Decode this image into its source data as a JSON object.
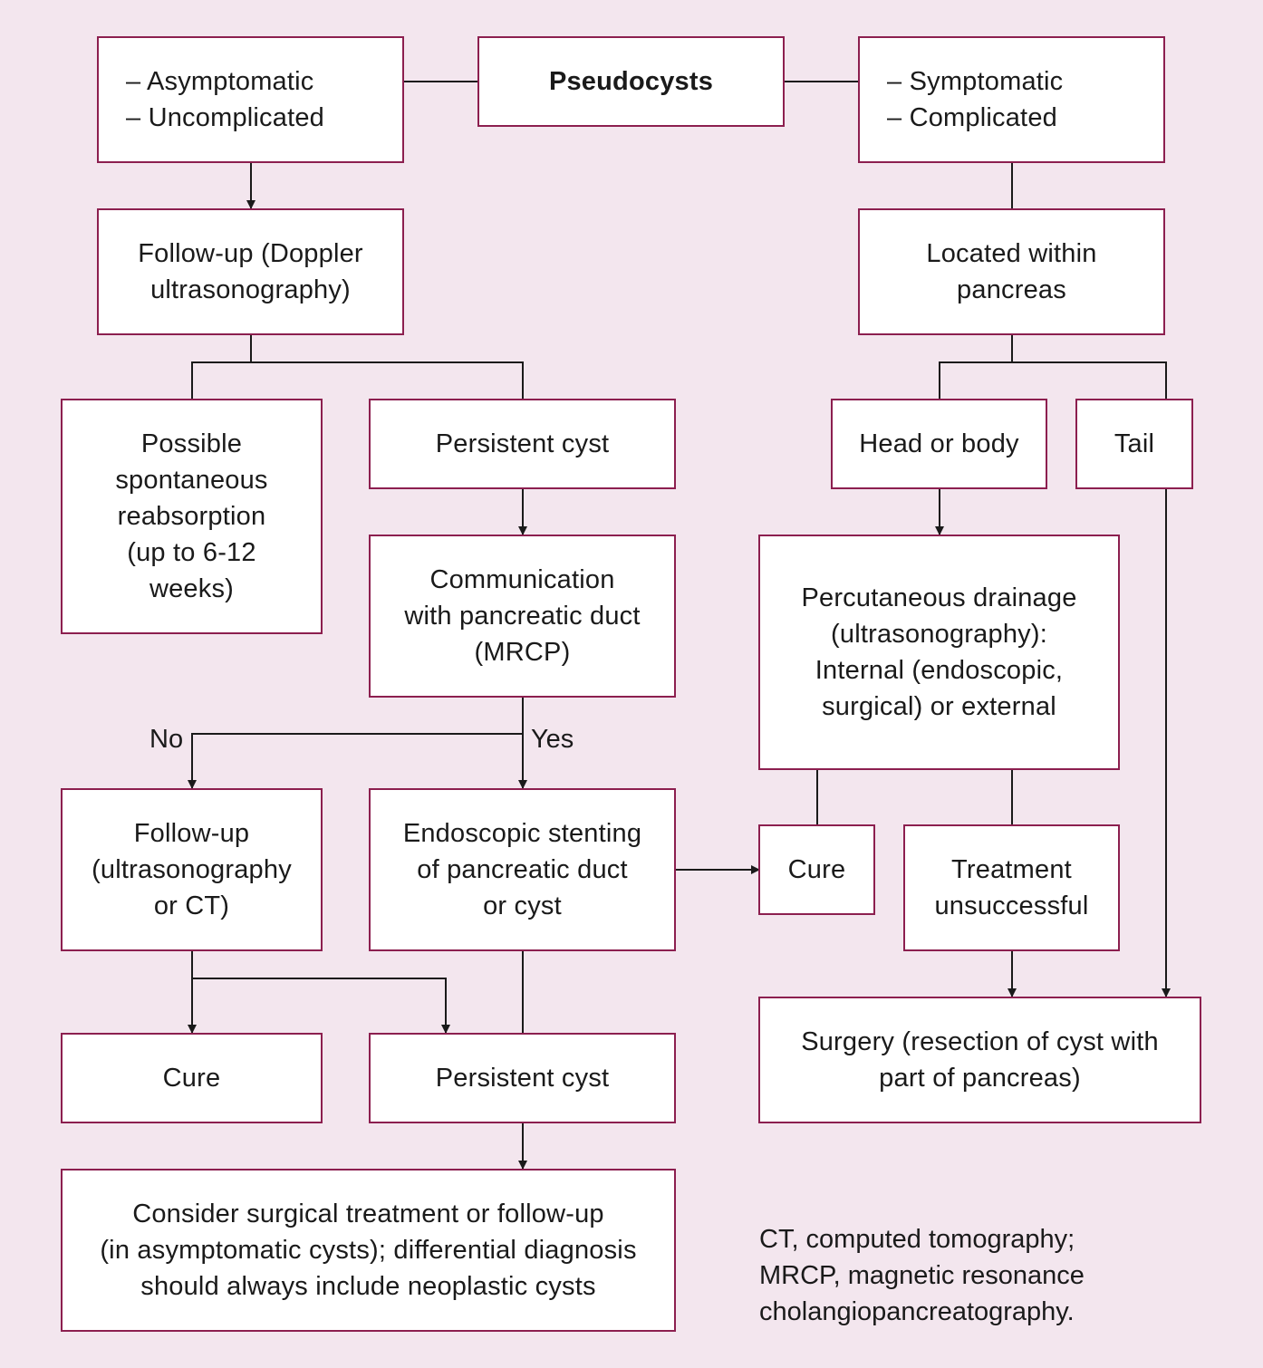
{
  "colors": {
    "background": "#f3e6ee",
    "box_border": "#8c1f4f",
    "box_fill": "#ffffff",
    "line": "#1a1a1a"
  },
  "nodes": {
    "asymptomatic": "– Asymptomatic\n– Uncomplicated",
    "pseudocysts": "Pseudocysts",
    "symptomatic": "– Symptomatic\n– Complicated",
    "follow_up_doppler": "Follow-up (Doppler\nultrasonography)",
    "located_within": "Located within\npancreas",
    "possible_reabsorption": "Possible\nspontaneous\nreabsorption\n(up to 6-12\nweeks)",
    "persistent_cyst_1": "Persistent cyst",
    "head_or_body": "Head or body",
    "tail": "Tail",
    "communication": "Communication\nwith pancreatic duct\n(MRCP)",
    "percutaneous": "Percutaneous drainage\n(ultrasonography):\nInternal (endoscopic,\nsurgical) or external",
    "follow_up_us_ct": "Follow-up\n(ultrasonography\nor CT)",
    "endoscopic_stenting": "Endoscopic stenting\nof pancreatic duct\nor cyst",
    "cure_right": "Cure",
    "treatment_unsuccessful": "Treatment\nunsuccessful",
    "surgery": "Surgery (resection of cyst with\npart of pancreas)",
    "cure_left": "Cure",
    "persistent_cyst_2": "Persistent cyst",
    "consider_surgical": "Consider surgical treatment or follow-up\n(in asymptomatic cysts); differential diagnosis\nshould always include neoplastic cysts"
  },
  "edge_labels": {
    "no": "No",
    "yes": "Yes"
  },
  "footnote": "CT, computed tomography;\nMRCP, magnetic resonance\ncholangiopancreatography."
}
